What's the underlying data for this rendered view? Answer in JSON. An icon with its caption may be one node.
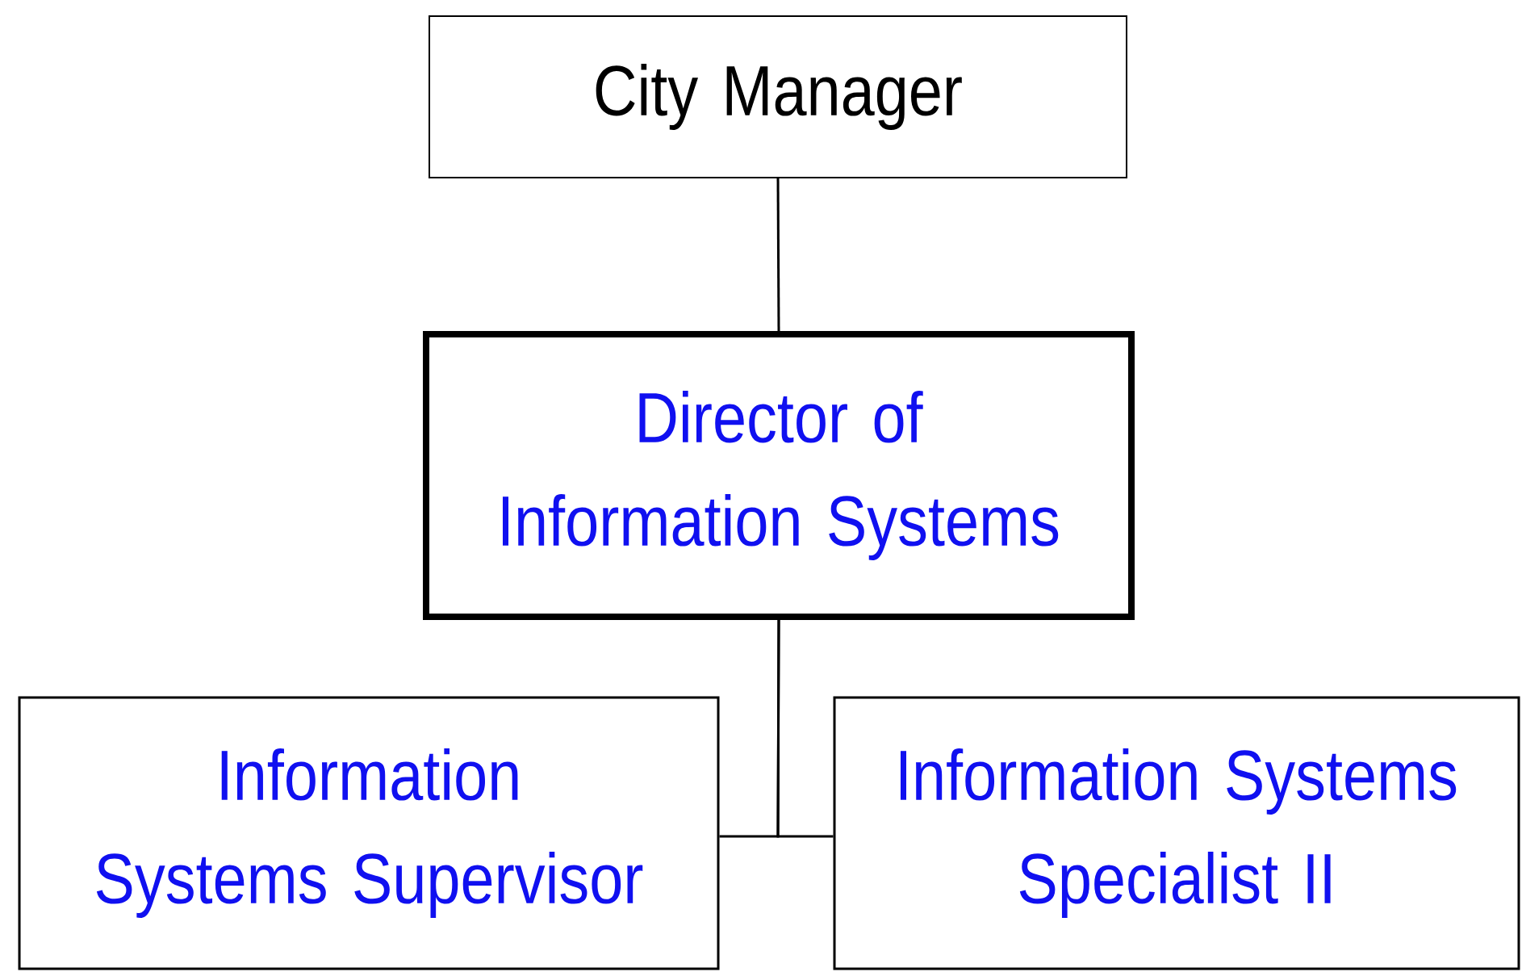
{
  "diagram": {
    "nodes": [
      {
        "text": [
          "City Manager"
        ]
      },
      {
        "text": [
          "Director of Information Systems"
        ]
      },
      {
        "text": [
          "Information Systems Supervisor"
        ]
      },
      {
        "text": [
          "Information Systems Specialist II"
        ]
      }
    ],
    "edges": [
      {
        "from": 0,
        "to": 1,
        "arrow": "none"
      },
      {
        "from": 1,
        "to": 2,
        "arrow": "none"
      },
      {
        "from": 1,
        "to": 3,
        "arrow": "none"
      }
    ]
  }
}
